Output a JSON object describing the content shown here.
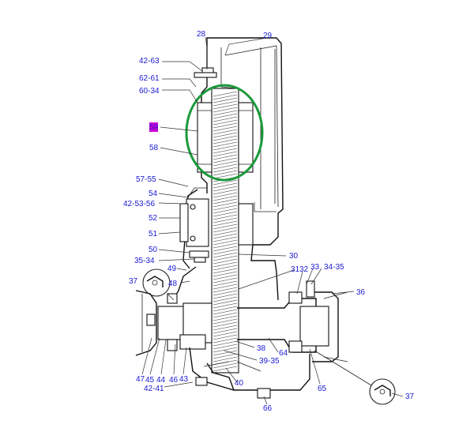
{
  "colors": {
    "label": "#1a1ad4",
    "highlight_circle": "#1a9a3a",
    "selected_tag": "#d400d4",
    "line": "#222222"
  },
  "labels": {
    "l28": "28",
    "l29": "29",
    "l4263": "42-63",
    "l6261": "62-61",
    "l6034": "60-34",
    "l59": "59",
    "l58": "58",
    "l5755": "57-55",
    "l54": "54",
    "l425356": "42-53-56",
    "l52": "52",
    "l51": "51",
    "l50": "50",
    "l3534": "35-34",
    "l49": "49",
    "l48": "48",
    "l37a": "37",
    "l30": "30",
    "l31": "31",
    "l32": "32",
    "l33": "33",
    "l3435": "34-35",
    "l36": "36",
    "l38": "38",
    "l3935": "39-35",
    "l64": "64",
    "l40": "40",
    "l47": "47",
    "l45": "45",
    "l44": "44",
    "l46": "46",
    "l43": "43",
    "l4241": "42-41",
    "l65": "65",
    "l66": "66",
    "l37b": "37"
  }
}
